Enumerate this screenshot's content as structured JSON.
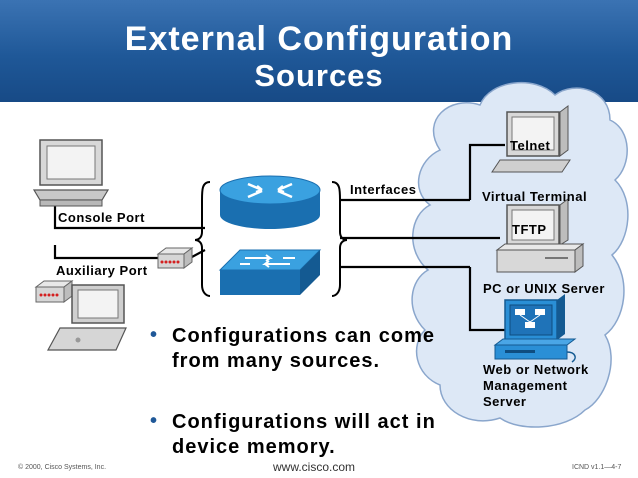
{
  "title": {
    "line1": "External Configuration",
    "line2": "Sources"
  },
  "labels": {
    "console_port": "Console Port",
    "auxiliary_port": "Auxiliary Port",
    "interfaces": "Interfaces",
    "telnet": "Telnet",
    "virtual_terminal": "Virtual Terminal",
    "tftp": "TFTP",
    "pc_unix_server": "PC or UNIX Server",
    "web_nm_server": "Web or Network Management Server"
  },
  "bullets": [
    "Configurations can come from many sources.",
    "Configurations will act in device memory."
  ],
  "footer": {
    "copyright": "© 2000, Cisco Systems, Inc.",
    "url": "www.cisco.com",
    "slide_ref": "ICND v1.1—4-7"
  },
  "colors": {
    "header_blue": "#1f5898",
    "device_blue": "#2a8fd6",
    "cloud_blue": "#dde8f6"
  },
  "icons": [
    "pc-icon",
    "laptop-icon",
    "modem-icon",
    "router-icon",
    "switch-icon",
    "cloud-icon",
    "terminal-icon",
    "server-icon",
    "workstation-icon"
  ]
}
